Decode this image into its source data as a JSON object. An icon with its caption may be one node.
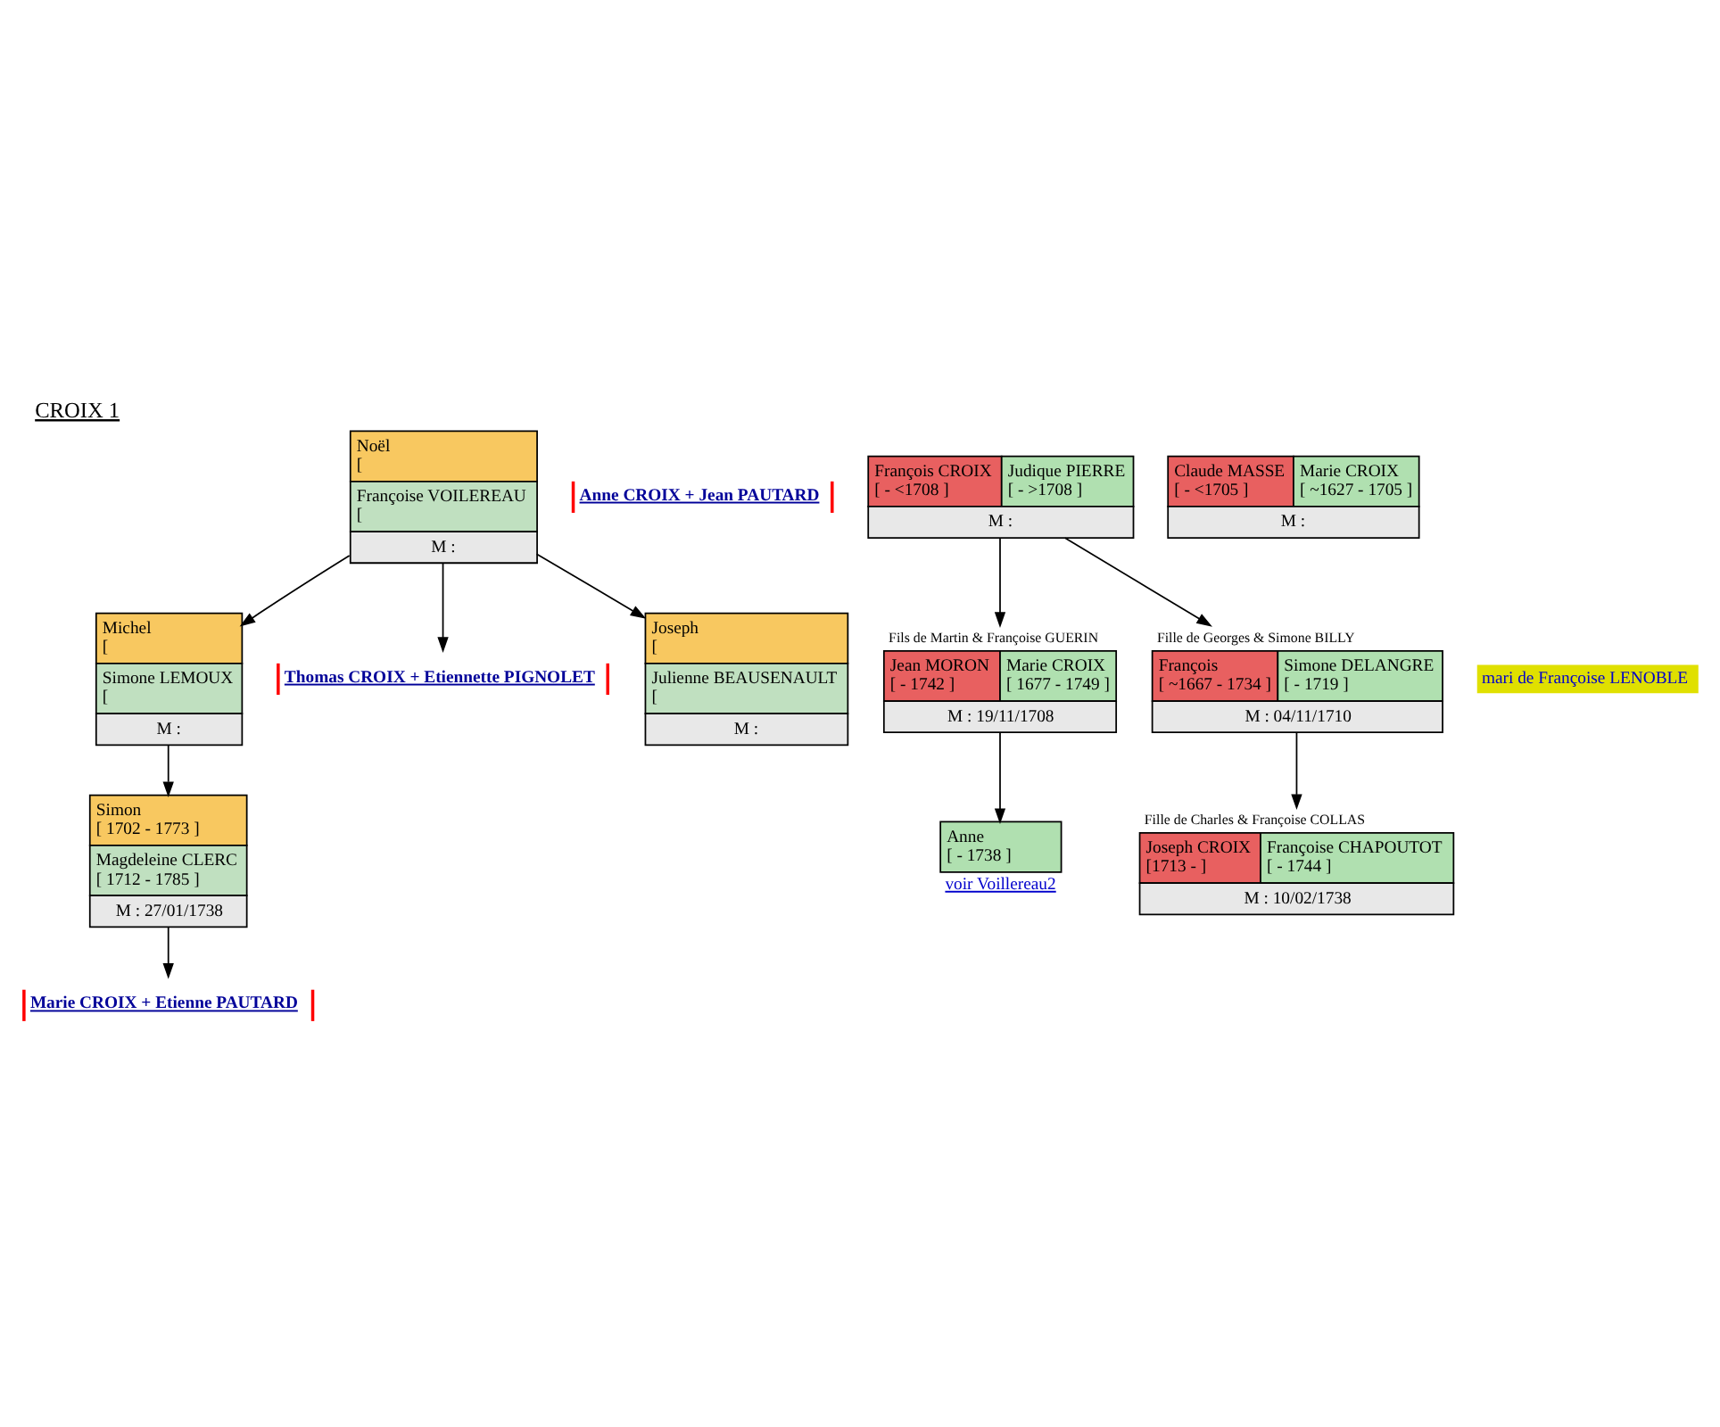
{
  "diagram": {
    "title": "CROIX 1",
    "nodes": [
      {
        "text": [
          "Noël",
          "[",
          "Françoise VOILEREAU",
          "[",
          "M :"
        ]
      },
      {
        "text": [
          "Michel",
          "[",
          "Simone LEMOUX",
          "[",
          "M :"
        ]
      },
      {
        "text": [
          "Thomas CROIX + Etiennette PIGNOLET"
        ]
      },
      {
        "text": [
          "Joseph",
          "[",
          "Julienne BEAUSENAULT",
          "[",
          "M :"
        ]
      },
      {
        "text": [
          "Simon",
          "[ 1702 - 1773 ]",
          "Magdeleine CLERC",
          "[ 1712 - 1785 ]",
          "M : 27/01/1738"
        ]
      },
      {
        "text": [
          "Marie CROIX + Etienne PAUTARD"
        ]
      },
      {
        "text": [
          "Anne CROIX + Jean PAUTARD"
        ]
      },
      {
        "text": [
          "François CROIX",
          "[ - <1708 ]",
          "Judique PIERRE",
          "[ - >1708 ]",
          "M :"
        ]
      },
      {
        "text": [
          "Claude MASSE",
          "[ - <1705 ]",
          "Marie CROIX",
          "[ ~1627 - 1705 ]",
          "M :"
        ]
      },
      {
        "text": [
          "Jean MORON",
          "[ - 1742 ]",
          "Marie CROIX",
          "[ 1677 - 1749 ]",
          "M : 19/11/1708"
        ],
        "beside": [
          "Fils de Martin & Françoise GUERIN"
        ]
      },
      {
        "text": [
          "François",
          "[ ~1667 - 1734 ]",
          "Simone DELANGRE",
          "[ - 1719 ]",
          "M : 04/11/1710"
        ],
        "beside": [
          "Fille de Georges & Simone BILLY"
        ]
      },
      {
        "text": [
          "mari de Françoise LENOBLE"
        ]
      },
      {
        "text": [
          "Anne",
          "[ - 1738 ]"
        ],
        "beside": [
          "voir Voillereau2"
        ]
      },
      {
        "text": [
          "Joseph CROIX",
          "[1713 - ]",
          "Françoise CHAPOUTOT",
          "[ - 1744 ]",
          "M : 10/02/1738"
        ],
        "beside": [
          "Fille de Charles & Françoise COLLAS"
        ]
      }
    ],
    "edges": [
      {
        "from": 0,
        "to": 1,
        "arrow": "to"
      },
      {
        "from": 0,
        "to": 2,
        "arrow": "to"
      },
      {
        "from": 0,
        "to": 3,
        "arrow": "to"
      },
      {
        "from": 1,
        "to": 4,
        "arrow": "to"
      },
      {
        "from": 4,
        "to": 5,
        "arrow": "to"
      },
      {
        "from": 7,
        "to": 9,
        "arrow": "to"
      },
      {
        "from": 7,
        "to": 10,
        "arrow": "to"
      },
      {
        "from": 9,
        "to": 12,
        "arrow": "to"
      },
      {
        "from": 10,
        "to": 13,
        "arrow": "to"
      }
    ]
  }
}
